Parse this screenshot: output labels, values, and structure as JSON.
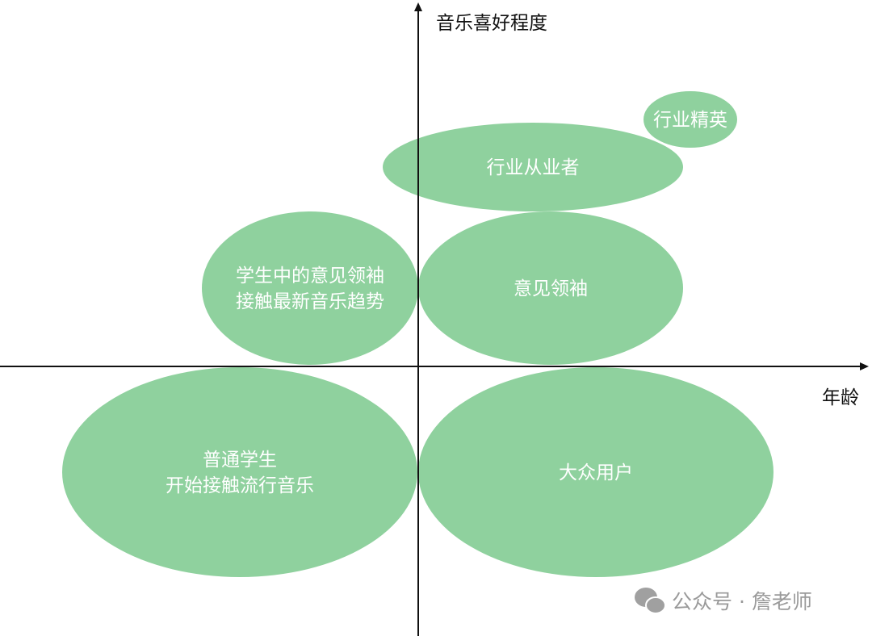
{
  "diagram": {
    "y_axis_label": "音乐喜好程度",
    "x_axis_label": "年龄",
    "fill_color": "#8fd19e",
    "segments": [
      {
        "id": "industry-elite",
        "lines": [
          "行业精英"
        ]
      },
      {
        "id": "industry-practitioners",
        "lines": [
          "行业从业者"
        ]
      },
      {
        "id": "student-opinion-leaders",
        "lines": [
          "学生中的意见领袖",
          "接触最新音乐趋势"
        ]
      },
      {
        "id": "opinion-leaders",
        "lines": [
          "意见领袖"
        ]
      },
      {
        "id": "ordinary-students",
        "lines": [
          "普通学生",
          "开始接触流行音乐"
        ]
      },
      {
        "id": "mass-users",
        "lines": [
          "大众用户"
        ]
      }
    ]
  },
  "watermark": {
    "icon": "wechat-icon",
    "text": "公众号 · 詹老师"
  }
}
